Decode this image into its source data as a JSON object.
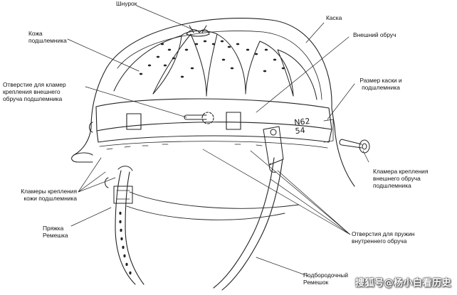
{
  "labels": {
    "lace": "Шнурок",
    "helmet": "Каска",
    "liner_leather": "Кожа\nподшлемника",
    "outer_ring": "Внешний обруч",
    "clamp_hole": "Отверстие для кламер\nкрепления внешнего\nобруча подшлемника",
    "size": "Размер каски и\nподшлемника",
    "ring_clamp": "Кламера крепления\nвнешнего обруча\nподшлемника",
    "leather_clamps": "Кламеры крепления\nкожи подшлемника",
    "buckle": "Пряжка\nРемешка",
    "spring_holes": "Отверстия для пружин\nвнутреннего обруча",
    "chinstrap": "Подбородочный\nРемешок"
  },
  "stamp": "N62\n54",
  "watermark": "搜狐号@杨小白看历史"
}
